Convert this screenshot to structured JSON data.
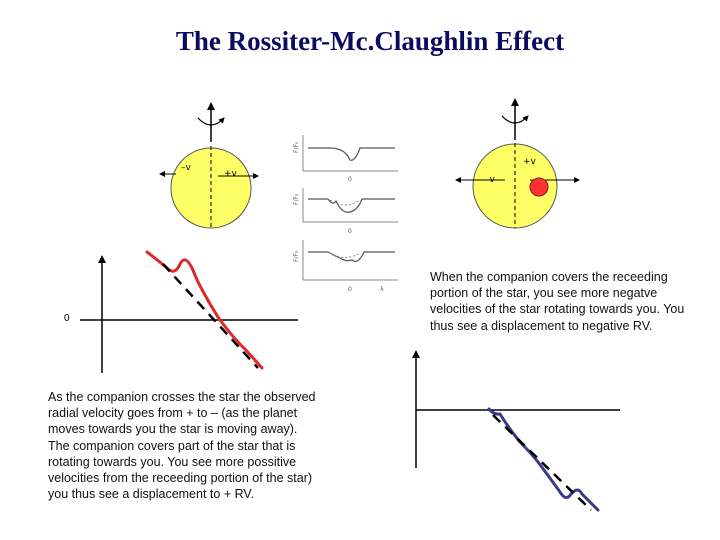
{
  "title": "The Rossiter-Mc.Claughlin Effect",
  "star_left": {
    "label_minus": "–v",
    "label_plus": "+v"
  },
  "star_right": {
    "label_minus": "–v",
    "label_plus": "+v"
  },
  "line_profiles": {
    "ylabels": [
      "F/F₀",
      "F/F₀",
      "F/F₀"
    ],
    "center_labels": [
      "0",
      "0",
      "0"
    ],
    "xlabel": "λ"
  },
  "rv_plot_left": {
    "origin_label": "0"
  },
  "text_left": "As the companion crosses the star the observed radial velocity goes from + to – (as the planet moves towards you the star is moving away). The companion covers part of the star that is rotating towards you. You see more possitive velocities from the receeding portion of the star) you thus see a displacement to + RV.",
  "text_right": "When the companion covers the receeding portion of the star, you see more negatve velocities of the star rotating towards you. You thus see a displacement to negative RV.",
  "colors": {
    "title": "#0b0b60",
    "star": "#ffff66",
    "planet": "#ff3030",
    "curve_left": "#dd2a2a",
    "curve_right": "#3a3a8c",
    "line_profile": "#555555"
  }
}
